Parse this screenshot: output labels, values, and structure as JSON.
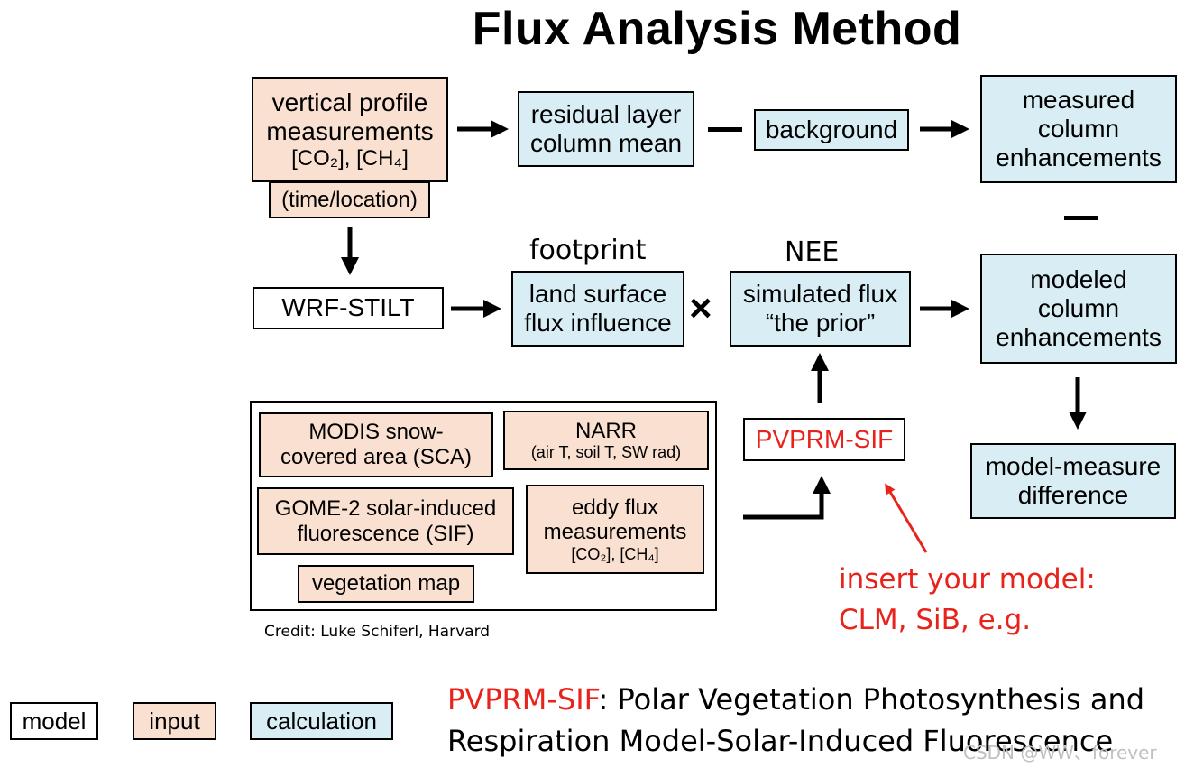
{
  "title": "Flux Analysis Method",
  "boxes": {
    "vertical_profile": {
      "line1": "vertical profile",
      "line2": "measurements",
      "line3": "[CO₂], [CH₄]"
    },
    "time_location": "(time/location)",
    "residual_layer": {
      "line1": "residual layer",
      "line2": "column mean"
    },
    "background": "background",
    "measured_column": {
      "line1": "measured",
      "line2": "column",
      "line3": "enhancements"
    },
    "wrf_stilt": "WRF-STILT",
    "land_surface": {
      "line1": "land surface",
      "line2": "flux influence"
    },
    "simulated_flux": {
      "line1": "simulated flux",
      "line2": "“the prior”"
    },
    "modeled_column": {
      "line1": "modeled",
      "line2": "column",
      "line3": "enhancements"
    },
    "pvprm_sif": "PVPRM-SIF",
    "model_measure": {
      "line1": "model-measure",
      "line2": "difference"
    },
    "modis": {
      "line1": "MODIS snow-",
      "line2": "covered area (SCA)"
    },
    "narr": {
      "line1": "NARR",
      "line2": "(air T, soil T, SW rad)"
    },
    "gome": {
      "line1": "GOME-2 solar-induced",
      "line2": "fluorescence (SIF)"
    },
    "eddy": {
      "line1": "eddy flux",
      "line2": "measurements",
      "line3": "[CO₂], [CH₄]"
    },
    "vegetation": "vegetation map"
  },
  "labels": {
    "footprint": "footprint",
    "nee": "NEE"
  },
  "operators": {
    "minus": "—",
    "times": "×"
  },
  "note": {
    "line1": "insert your model:",
    "line2": "CLM, SiB, e.g."
  },
  "credit": "Credit: Luke Schiferl, Harvard",
  "legend": {
    "model": "model",
    "input": "input",
    "calculation": "calculation"
  },
  "definition": {
    "term": "PVPRM-SIF",
    "line1_rest": ": Polar Vegetation Photosynthesis and",
    "line2": "Respiration Model-Solar-Induced Fluorescence"
  },
  "watermark": "CSDN @WW、forever",
  "colors": {
    "input_fill": "#f9e0d1",
    "calculation_fill": "#d8eef4",
    "model_fill": "#ffffff",
    "highlight_red": "#e8231b"
  }
}
